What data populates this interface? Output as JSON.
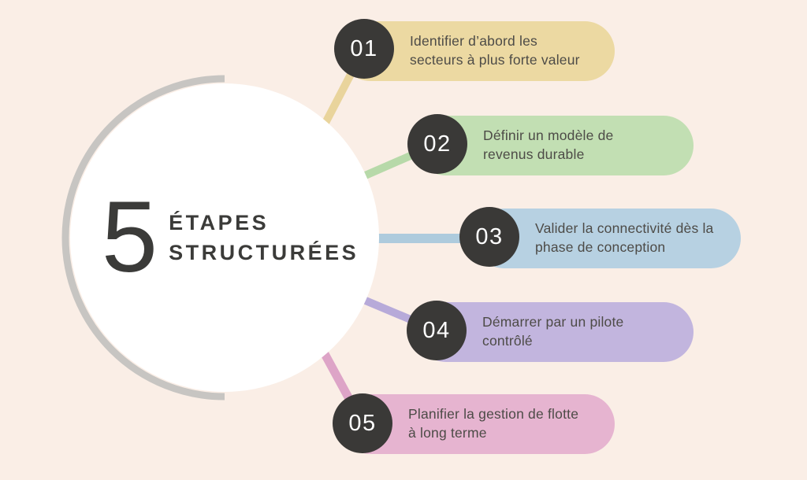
{
  "title": {
    "number": "5",
    "line1": "ÉTAPES",
    "line2": "STRUCTURÉES"
  },
  "steps": [
    {
      "number": "01",
      "line1": "Identifier d’abord les",
      "line2": "secteurs à plus forte valeur",
      "pill_color": "#ecd9a2",
      "connector_color": "#e9d49c"
    },
    {
      "number": "02",
      "line1": "Définir un modèle de",
      "line2": "revenus durable",
      "pill_color": "#c2dfb3",
      "connector_color": "#b7d9a9"
    },
    {
      "number": "03",
      "line1": "Valider la connectivité dès la",
      "line2": "phase de conception",
      "pill_color": "#b7d1e2",
      "connector_color": "#aecbdd"
    },
    {
      "number": "04",
      "line1": "Démarrer par un pilote",
      "line2": "contrôlé",
      "pill_color": "#c2b5de",
      "connector_color": "#b7aad9"
    },
    {
      "number": "05",
      "line1": "Planifier la gestion de flotte",
      "line2": "à long terme",
      "pill_color": "#e6b4d0",
      "connector_color": "#dda4c7"
    }
  ],
  "colors": {
    "background": "#faeee6",
    "center_circle": "#ffffff",
    "ring_arc": "#c7c5c2",
    "badge": "#3a3937",
    "badge_text": "#ffffff",
    "title_text": "#3b3b39",
    "step_text": "#4d4b47"
  }
}
